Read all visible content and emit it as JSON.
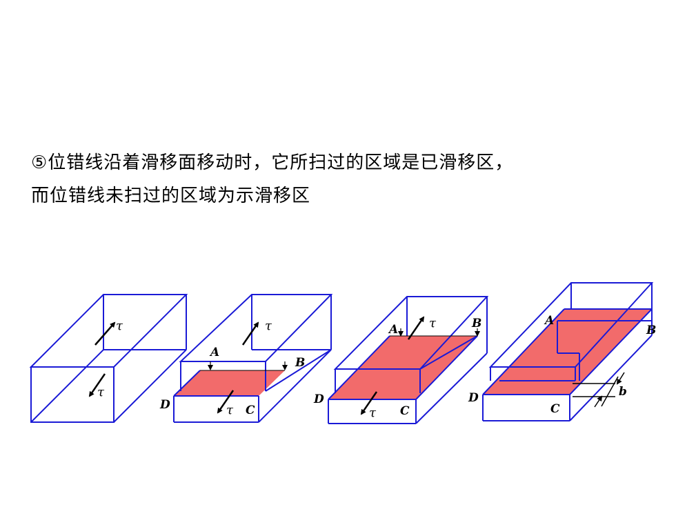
{
  "text": {
    "line1": "⑤位错线沿着滑移面移动时，它所扫过的区域是已滑移区，",
    "line2": "而位错线未扫过的区域为示滑移区"
  },
  "labels": {
    "tau": "τ",
    "A": "A",
    "B": "B",
    "C": "C",
    "D": "D",
    "b": "b"
  },
  "colors": {
    "edge": "#1a1ad6",
    "slipped": "#f26b6b",
    "text": "#000000"
  }
}
